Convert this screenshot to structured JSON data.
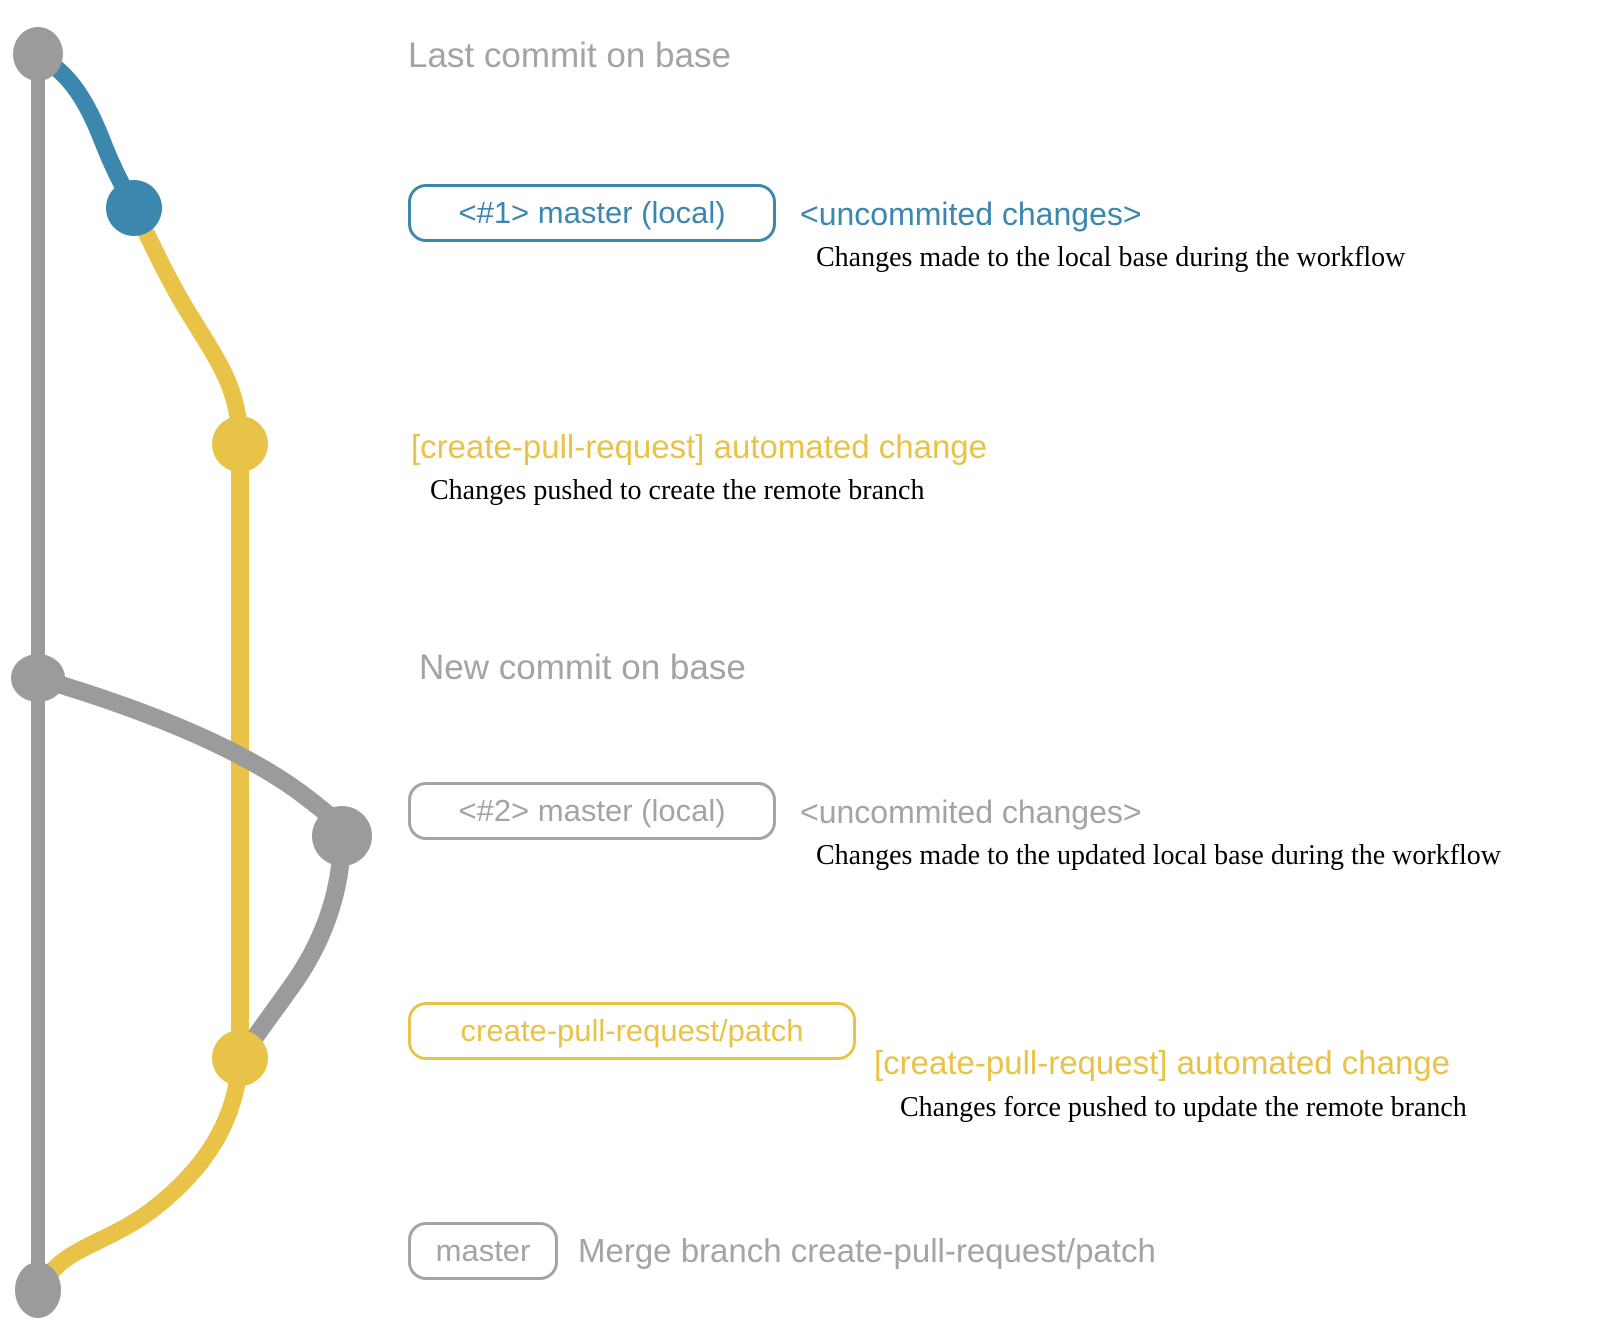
{
  "colors": {
    "base_gray": "#9b9b9b",
    "label_gray": "#a4a4a4",
    "blue": "#3c87ae",
    "yellow": "#e9c348",
    "body_text": "#000000"
  },
  "annotations": {
    "last_commit_label": "Last commit on base",
    "commit1": {
      "branch_badge": "<#1> master (local)",
      "commit_message": "<uncommited changes>",
      "description": "Changes made to the local base during the workflow"
    },
    "push1": {
      "commit_message": "[create-pull-request] automated change",
      "description": "Changes pushed to create the remote branch"
    },
    "new_commit_label": "New commit on base",
    "commit2": {
      "branch_badge": "<#2> master (local)",
      "commit_message": "<uncommited changes>",
      "description": "Changes made to the updated local base during the workflow"
    },
    "push2": {
      "branch_badge": "create-pull-request/patch",
      "commit_message": "[create-pull-request] automated change",
      "description": "Changes force pushed to update the remote branch"
    },
    "merge": {
      "branch_badge": "master",
      "commit_message": "Merge branch create-pull-request/patch"
    }
  }
}
